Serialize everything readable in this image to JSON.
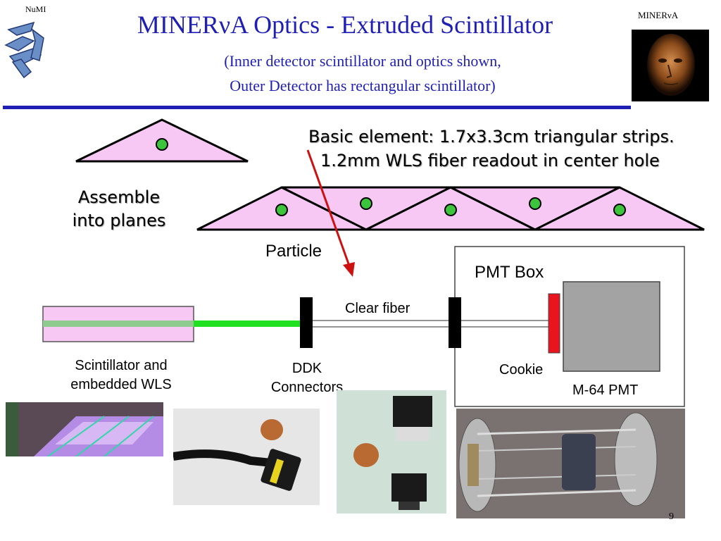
{
  "slide": {
    "title": "MINERνA Optics - Extruded Scintillator",
    "subtitle_line1": "(Inner detector scintillator and optics shown,",
    "subtitle_line2": "Outer Detector has rectangular scintillator)",
    "logo_left_label": "NuMI",
    "logo_right_label": "MINERνA",
    "page_number": "9"
  },
  "diagram": {
    "basic_element_line1": "Basic element: 1.7x3.3cm triangular strips.",
    "basic_element_line2": "1.2mm WLS fiber readout in center hole",
    "assemble_line1": "Assemble",
    "assemble_line2": "into planes",
    "particle": "Particle",
    "pmt_box": "PMT Box",
    "clear_fiber": "Clear fiber",
    "scintillator_line1": "Scintillator and",
    "scintillator_line2": "embedded WLS",
    "ddk_line1": "DDK",
    "ddk_line2": "Connectors",
    "cookie": "Cookie",
    "m64_pmt": "M-64 PMT"
  },
  "colors": {
    "title_blue": "#1f1fb4",
    "scintillator_pink": "#f7c8f3",
    "fiber_green": "#21e021",
    "hole_green": "#3cc43c",
    "arrow_red": "#cc1111",
    "cookie_red": "#e8141e",
    "pmt_gray": "#a3a3a3"
  }
}
